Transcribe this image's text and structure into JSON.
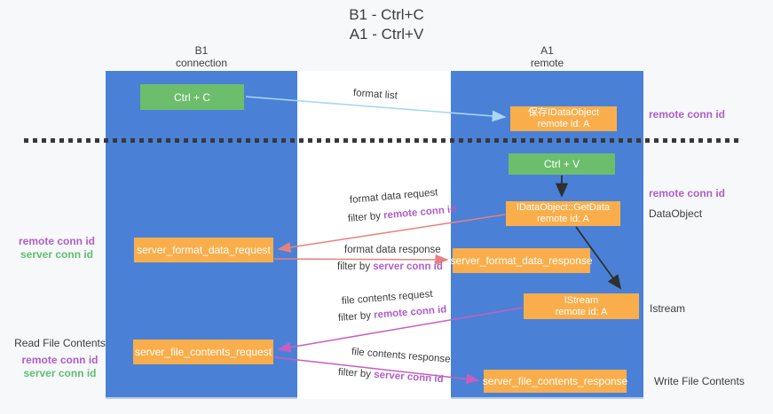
{
  "title": {
    "line1": "B1 - Ctrl+C",
    "line2": "A1 - Ctrl+V"
  },
  "columns": {
    "left": {
      "title": "B1",
      "subtitle": "connection"
    },
    "right": {
      "title": "A1",
      "subtitle": "remote"
    }
  },
  "nodes": {
    "ctrl_c": {
      "label": "Ctrl + C"
    },
    "ctrl_v": {
      "label": "Ctrl + V"
    },
    "save_idataobject": {
      "line1": "保存IDataObject",
      "line2": "remote id: A"
    },
    "idataobject_getdata": {
      "line1": "IDataObject::GetData",
      "line2": "remote id: A"
    },
    "istream": {
      "line1": "IStream",
      "line2": "remote id: A"
    },
    "server_format_data_request": {
      "label": "server_format_data_request"
    },
    "server_format_data_response": {
      "label": "server_format_data_response"
    },
    "server_file_contents_request": {
      "label": "server_file_contents_request"
    },
    "server_file_contents_response": {
      "label": "server_file_contents_response"
    }
  },
  "arrow_labels": {
    "format_list": "format list",
    "format_data_request": "format data request",
    "format_data_response": "format data response",
    "file_contents_request": "file contents request",
    "file_contents_response": "file contents response",
    "filter_prefix": "filter by ",
    "remote_conn_id": "remote conn id",
    "server_conn_id": "server conn id"
  },
  "side_labels": {
    "right_top_remote_conn_id": "remote conn id",
    "right_mid_remote_conn_id": "remote conn id",
    "dataobject": "DataObject",
    "istream": "Istream",
    "write_file_contents": "Write File Contents",
    "left_remote_conn_id": "remote conn id",
    "left_server_conn_id": "server conn id",
    "read_file_contents": "Read File Contents",
    "left_bottom_remote_conn_id": "remote conn id",
    "left_bottom_server_conn_id": "server conn id"
  },
  "colors": {
    "column_blue": "#4a81d6",
    "box_green": "#6cbe6c",
    "box_orange": "#f9ae4b",
    "arrow_light_blue": "#a9d6f4",
    "arrow_salmon": "#e8807d",
    "arrow_magenta": "#c75ec0",
    "arrow_black": "#2f2f2f",
    "label_purple": "#b05ec9",
    "label_green": "#5fbd72"
  }
}
